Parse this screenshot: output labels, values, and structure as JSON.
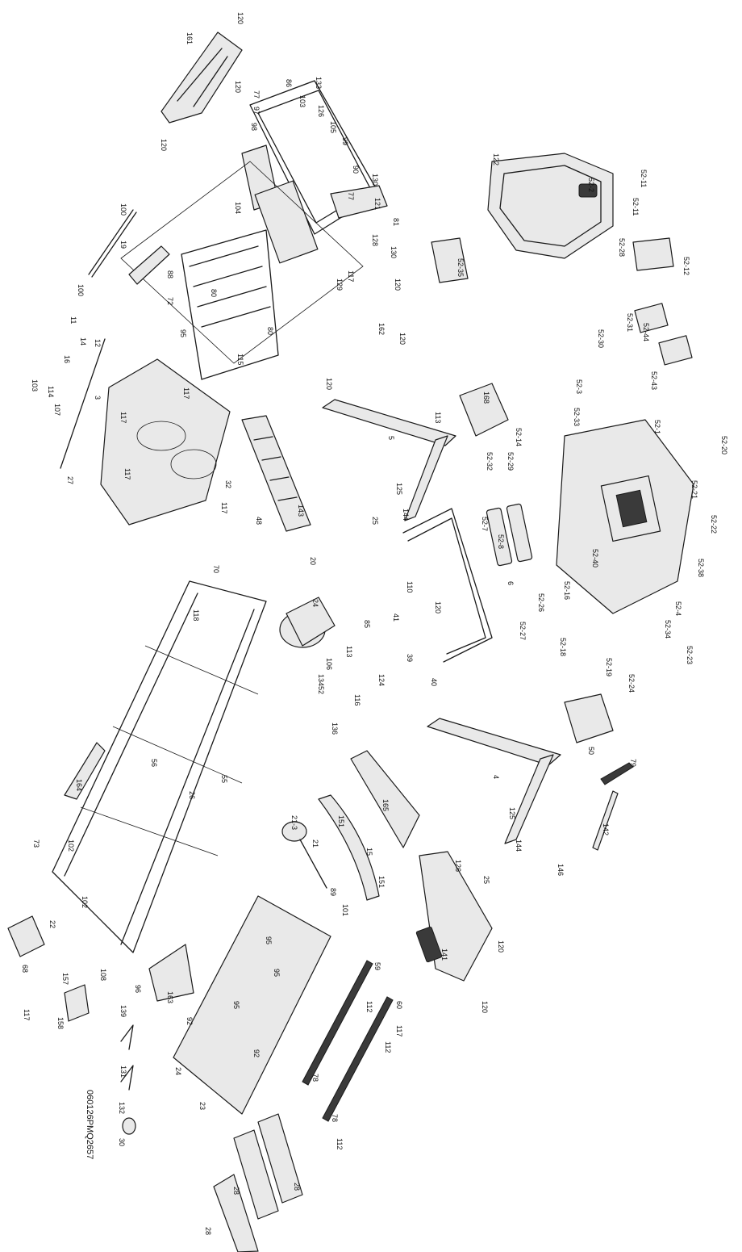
{
  "drawing": {
    "document_code": "060126PMQ2657"
  },
  "callouts": [
    {
      "id": "c-120-top",
      "text": "120"
    },
    {
      "id": "c-161",
      "text": "161"
    },
    {
      "id": "c-120-a",
      "text": "120"
    },
    {
      "id": "c-120-b",
      "text": "120"
    },
    {
      "id": "c-77-a",
      "text": "77"
    },
    {
      "id": "c-97",
      "text": "97"
    },
    {
      "id": "c-98",
      "text": "98"
    },
    {
      "id": "c-86",
      "text": "86"
    },
    {
      "id": "c-133",
      "text": "133"
    },
    {
      "id": "c-103",
      "text": "103"
    },
    {
      "id": "c-126-a",
      "text": "126"
    },
    {
      "id": "c-105",
      "text": "105"
    },
    {
      "id": "c-99",
      "text": "99"
    },
    {
      "id": "c-90",
      "text": "90"
    },
    {
      "id": "c-130-a",
      "text": "130"
    },
    {
      "id": "c-77-b",
      "text": "77"
    },
    {
      "id": "c-121",
      "text": "121"
    },
    {
      "id": "c-81",
      "text": "81"
    },
    {
      "id": "c-128",
      "text": "128"
    },
    {
      "id": "c-130-b",
      "text": "130"
    },
    {
      "id": "c-117-a",
      "text": "117"
    },
    {
      "id": "c-129",
      "text": "129"
    },
    {
      "id": "c-120-c",
      "text": "120"
    },
    {
      "id": "c-162",
      "text": "162"
    },
    {
      "id": "c-120-d",
      "text": "120"
    },
    {
      "id": "c-120-e",
      "text": "120"
    },
    {
      "id": "c-100-a",
      "text": "100"
    },
    {
      "id": "c-19",
      "text": "19"
    },
    {
      "id": "c-100-b",
      "text": "100"
    },
    {
      "id": "c-11",
      "text": "11"
    },
    {
      "id": "c-12",
      "text": "12"
    },
    {
      "id": "c-14",
      "text": "14"
    },
    {
      "id": "c-16",
      "text": "16"
    },
    {
      "id": "c-103-b",
      "text": "103"
    },
    {
      "id": "c-114",
      "text": "114"
    },
    {
      "id": "c-107",
      "text": "107"
    },
    {
      "id": "c-3",
      "text": "3"
    },
    {
      "id": "c-27",
      "text": "27"
    },
    {
      "id": "c-88",
      "text": "88"
    },
    {
      "id": "c-72",
      "text": "72"
    },
    {
      "id": "c-80-a",
      "text": "80"
    },
    {
      "id": "c-80-b",
      "text": "80"
    },
    {
      "id": "c-104",
      "text": "104"
    },
    {
      "id": "c-95-a",
      "text": "95"
    },
    {
      "id": "c-115",
      "text": "115"
    },
    {
      "id": "c-117-b",
      "text": "117"
    },
    {
      "id": "c-117-c",
      "text": "117"
    },
    {
      "id": "c-117-d",
      "text": "117"
    },
    {
      "id": "c-117-e",
      "text": "117"
    },
    {
      "id": "c-32",
      "text": "32"
    },
    {
      "id": "c-143",
      "text": "143"
    },
    {
      "id": "c-48",
      "text": "48"
    },
    {
      "id": "c-20",
      "text": "20"
    },
    {
      "id": "c-70",
      "text": "70"
    },
    {
      "id": "c-118",
      "text": "118"
    },
    {
      "id": "c-122-a",
      "text": "122"
    },
    {
      "id": "c-52-2",
      "text": "52-2"
    },
    {
      "id": "c-52-11-a",
      "text": "52-11"
    },
    {
      "id": "c-52-11-b",
      "text": "52-11"
    },
    {
      "id": "c-52-28",
      "text": "52-28"
    },
    {
      "id": "c-52-35",
      "text": "52-35"
    },
    {
      "id": "c-52-12",
      "text": "52-12"
    },
    {
      "id": "c-52-31",
      "text": "52-31"
    },
    {
      "id": "c-52-44",
      "text": "52-44"
    },
    {
      "id": "c-52-43",
      "text": "52-43"
    },
    {
      "id": "c-52-30",
      "text": "52-30"
    },
    {
      "id": "c-52-3",
      "text": "52-3"
    },
    {
      "id": "c-52-33",
      "text": "52-33"
    },
    {
      "id": "c-52-14",
      "text": "52-14"
    },
    {
      "id": "c-52-29",
      "text": "52-29"
    },
    {
      "id": "c-52-1",
      "text": "52-1"
    },
    {
      "id": "c-52-20",
      "text": "52-20"
    },
    {
      "id": "c-52-21",
      "text": "52-21"
    },
    {
      "id": "c-52-22",
      "text": "52-22"
    },
    {
      "id": "c-52-32",
      "text": "52-32"
    },
    {
      "id": "c-52-7",
      "text": "52-7"
    },
    {
      "id": "c-52-8",
      "text": "52-8"
    },
    {
      "id": "c-52-16",
      "text": "52-16"
    },
    {
      "id": "c-52-40",
      "text": "52-40"
    },
    {
      "id": "c-52-38",
      "text": "52-38"
    },
    {
      "id": "c-52-4",
      "text": "52-4"
    },
    {
      "id": "c-52-34",
      "text": "52-34"
    },
    {
      "id": "c-52-23",
      "text": "52-23"
    },
    {
      "id": "c-52-19",
      "text": "52-19"
    },
    {
      "id": "c-52-24",
      "text": "52-24"
    },
    {
      "id": "c-52-26",
      "text": "52-26"
    },
    {
      "id": "c-52-27",
      "text": "52-27"
    },
    {
      "id": "c-52-18",
      "text": "52-18"
    },
    {
      "id": "c-168",
      "text": "168"
    },
    {
      "id": "c-5",
      "text": "5"
    },
    {
      "id": "c-125-a",
      "text": "125"
    },
    {
      "id": "c-25-a",
      "text": "25"
    },
    {
      "id": "c-144-a",
      "text": "144"
    },
    {
      "id": "c-113-a",
      "text": "113"
    },
    {
      "id": "c-110",
      "text": "110"
    },
    {
      "id": "c-120-f",
      "text": "120"
    },
    {
      "id": "c-6",
      "text": "6"
    },
    {
      "id": "c-41",
      "text": "41"
    },
    {
      "id": "c-39",
      "text": "39"
    },
    {
      "id": "c-40",
      "text": "40"
    },
    {
      "id": "c-124",
      "text": "124"
    },
    {
      "id": "c-4",
      "text": "4"
    },
    {
      "id": "c-125-b",
      "text": "125"
    },
    {
      "id": "c-144-b",
      "text": "144"
    },
    {
      "id": "c-25-b",
      "text": "25"
    },
    {
      "id": "c-50",
      "text": "50"
    },
    {
      "id": "c-79",
      "text": "79"
    },
    {
      "id": "c-142",
      "text": "142"
    },
    {
      "id": "c-146",
      "text": "146"
    },
    {
      "id": "c-24",
      "text": "24"
    },
    {
      "id": "c-85",
      "text": "85"
    },
    {
      "id": "c-113-b",
      "text": "113"
    },
    {
      "id": "c-106",
      "text": "106"
    },
    {
      "id": "c-134",
      "text": "134"
    },
    {
      "id": "c-52",
      "text": "52"
    },
    {
      "id": "c-116",
      "text": "116"
    },
    {
      "id": "c-136",
      "text": "136"
    },
    {
      "id": "c-165",
      "text": "165"
    },
    {
      "id": "c-151-a",
      "text": "151"
    },
    {
      "id": "c-15",
      "text": "15"
    },
    {
      "id": "c-151-b",
      "text": "151"
    },
    {
      "id": "c-21",
      "text": "21"
    },
    {
      "id": "c-21-3",
      "text": "21-3"
    },
    {
      "id": "c-89",
      "text": "89"
    },
    {
      "id": "c-101",
      "text": "101"
    },
    {
      "id": "c-164",
      "text": "164"
    },
    {
      "id": "c-73",
      "text": "73"
    },
    {
      "id": "c-102-a",
      "text": "102"
    },
    {
      "id": "c-102-b",
      "text": "102"
    },
    {
      "id": "c-22",
      "text": "22"
    },
    {
      "id": "c-68",
      "text": "68"
    },
    {
      "id": "c-157",
      "text": "157"
    },
    {
      "id": "c-158",
      "text": "158"
    },
    {
      "id": "c-117-f",
      "text": "117"
    },
    {
      "id": "c-163",
      "text": "163"
    },
    {
      "id": "c-56",
      "text": "56"
    },
    {
      "id": "c-55",
      "text": "55"
    },
    {
      "id": "c-26",
      "text": "26"
    },
    {
      "id": "c-95-b",
      "text": "95"
    },
    {
      "id": "c-95-c",
      "text": "95"
    },
    {
      "id": "c-95-d",
      "text": "95"
    },
    {
      "id": "c-92-a",
      "text": "92"
    },
    {
      "id": "c-92-b",
      "text": "92"
    },
    {
      "id": "c-23",
      "text": "23"
    },
    {
      "id": "c-24-b",
      "text": "24"
    },
    {
      "id": "c-78-a",
      "text": "78"
    },
    {
      "id": "c-78-b",
      "text": "78"
    },
    {
      "id": "c-112-a",
      "text": "112"
    },
    {
      "id": "c-112-b",
      "text": "112"
    },
    {
      "id": "c-112-c",
      "text": "112"
    },
    {
      "id": "c-117-g",
      "text": "117"
    },
    {
      "id": "c-59",
      "text": "59"
    },
    {
      "id": "c-60",
      "text": "60"
    },
    {
      "id": "c-141",
      "text": "141"
    },
    {
      "id": "c-126-b",
      "text": "126"
    },
    {
      "id": "c-120-g",
      "text": "120"
    },
    {
      "id": "c-120-h",
      "text": "120"
    },
    {
      "id": "c-131",
      "text": "131"
    },
    {
      "id": "c-132",
      "text": "132"
    },
    {
      "id": "c-30",
      "text": "30"
    },
    {
      "id": "c-28-a",
      "text": "28"
    },
    {
      "id": "c-28-b",
      "text": "28"
    },
    {
      "id": "c-28-c",
      "text": "28"
    },
    {
      "id": "c-96",
      "text": "96"
    },
    {
      "id": "c-108",
      "text": "108"
    },
    {
      "id": "c-139",
      "text": "139"
    }
  ]
}
